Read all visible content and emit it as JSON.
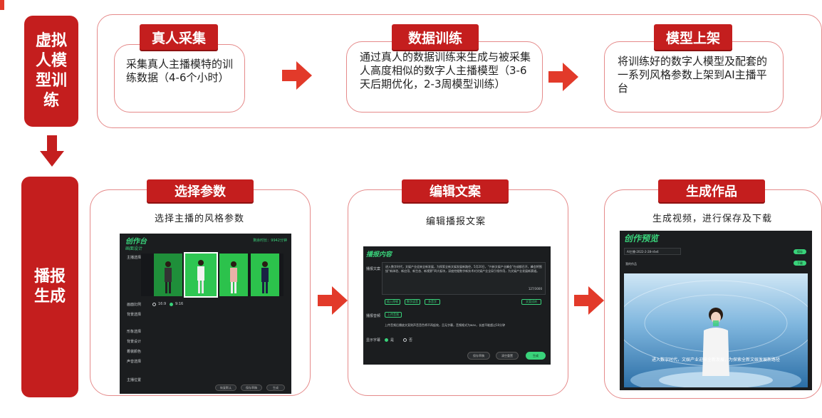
{
  "colors": {
    "accent_red": "#c41e1e",
    "outline_pink": "#e58a8a",
    "screen_green": "#39d27a",
    "screen_bg": "#1b1d1f"
  },
  "side_labels": {
    "training": "虚拟人模型训练",
    "broadcast": "播报生成"
  },
  "training_steps": [
    {
      "title": "真人采集",
      "text": "采集真人主播模特的训练数据（4-6个小时）"
    },
    {
      "title": "数据训练",
      "text": "通过真人的数据训练来生成与被采集人高度相似的数字人主播模型（3-6天后期优化，2-3周模型训练）"
    },
    {
      "title": "模型上架",
      "text": "将训练好的数字人模型及配套的一系列风格参数上架到AI主播平台"
    }
  ],
  "broadcast_steps": [
    {
      "title": "选择参数",
      "subtitle": "选择主播的风格参数"
    },
    {
      "title": "编辑文案",
      "subtitle": "编辑播报文案"
    },
    {
      "title": "生成作品",
      "subtitle": "生成视频，进行保存及下载"
    }
  ],
  "screens": {
    "params": {
      "title": "创作台",
      "tab": "画面设计",
      "remaining": "剩余时长：9942分钟",
      "rows": [
        "主播选择",
        "画面比例",
        "背景选择",
        "形象选择",
        "背景设计",
        "着装颜色",
        "声音选择",
        "主播位置"
      ],
      "ratio_options": [
        "16:9",
        "9:16"
      ],
      "buttons": [
        "恢复默认",
        "保存草稿",
        "生成"
      ]
    },
    "script": {
      "title": "播报内容",
      "field_label": "播报文案",
      "body": "进入数字时代，文娱产业迎来全新发展，为探索全新文娱发展新路径，5月20日，“兴新文娱产业峰会”在成都召开，峰会将围绕“新体验、新应用、新生态、新视野”四大板块，深度挖掘数字新技术对文娱产业全局引领作用，为文娱产业发展新赛道。",
      "counter": "127/3000",
      "tool_buttons": [
        "插入停顿",
        "数字读音",
        "多音字",
        "文案试听"
      ],
      "audio_label": "播报音频",
      "upload": "上传音频",
      "hint": "上传音频后播放文案则声音音色将不再起效，且无字幕，音频格式为wav，长度不能超过10分钟",
      "subtitle_label": "显示字幕",
      "subtitle_yes": "是",
      "subtitle_no": "否",
      "buttons": [
        "保存草稿",
        "清空重置",
        "生成"
      ]
    },
    "preview": {
      "title": "创作预览",
      "filename": "AI主播-2022-2-28-r4e4",
      "select": "我的作品",
      "buttons": [
        "保存",
        "下载"
      ],
      "caption": "进入数字时代，文娱产业迎来全新发展，为探索全新文娱发展新路径"
    }
  }
}
